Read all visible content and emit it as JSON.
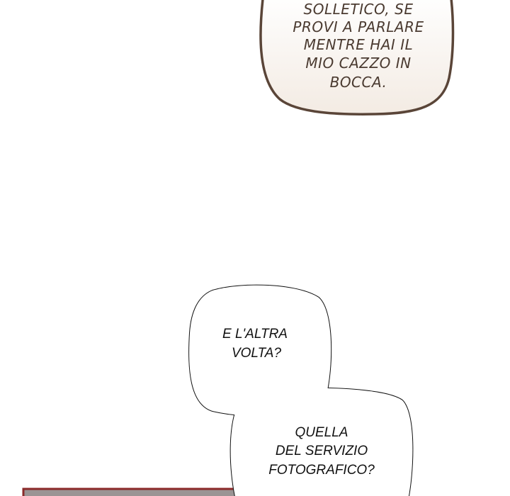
{
  "bubble_top": {
    "lines": [
      "SOLLETICO, SE",
      "PROVI A PARLARE",
      "MENTRE HAI IL",
      "MIO CAZZO IN",
      "BOCCA."
    ],
    "stroke_color": "#5a4538"
  },
  "bubble_bottom": {
    "upper_lines": [
      "E L'ALTRA",
      "VOLTA?"
    ],
    "lower_lines": [
      "QUELLA",
      "DEL SERVIZIO",
      "FOTOGRAFICO?"
    ],
    "stroke_color": "#111111"
  },
  "panel": {
    "border_color": "#8b2a2a"
  }
}
